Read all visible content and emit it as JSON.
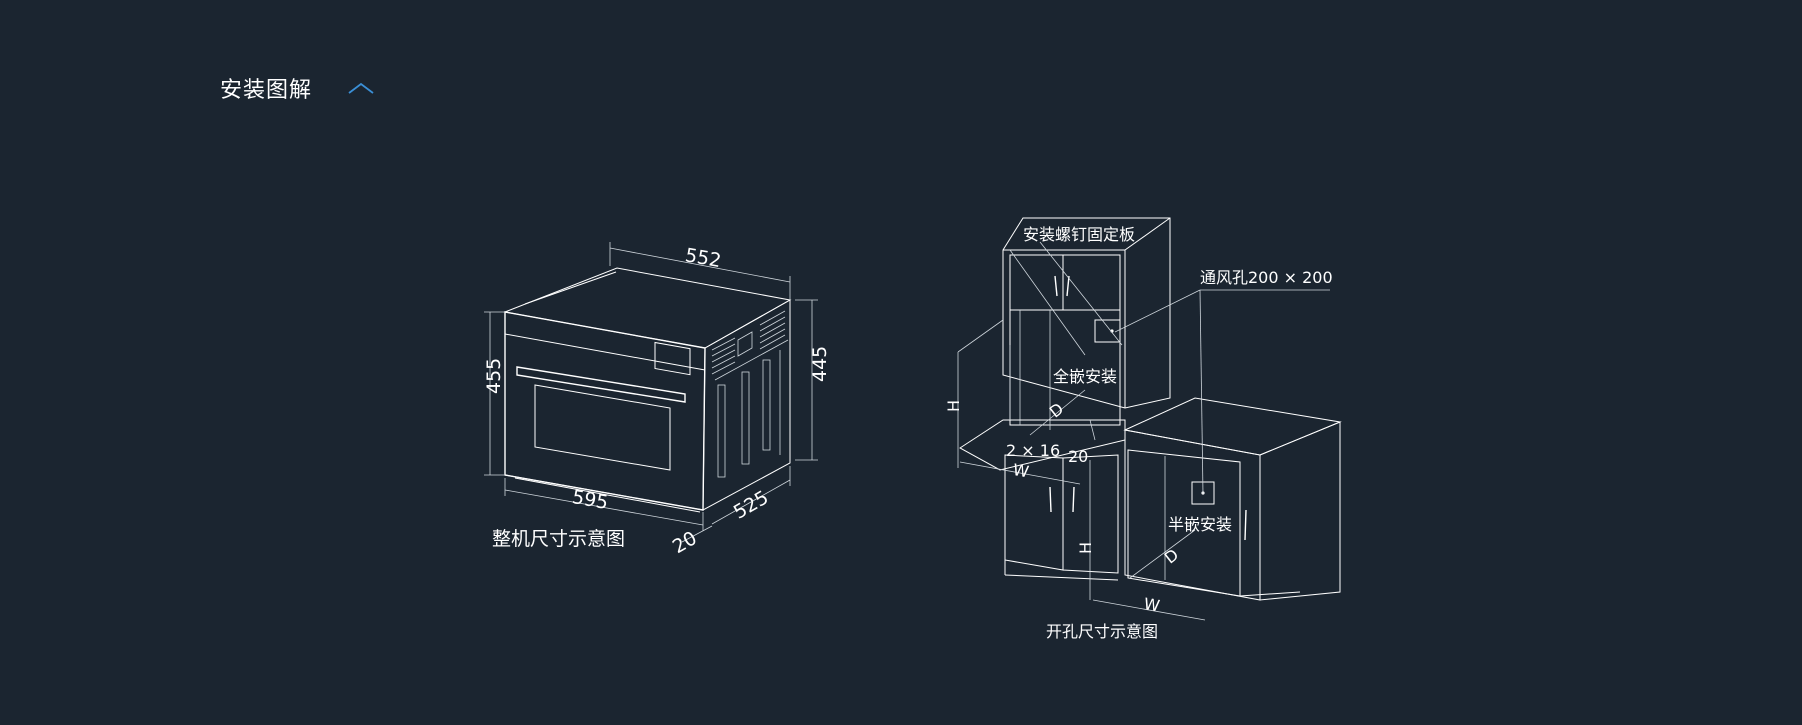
{
  "header": {
    "title": "安装图解"
  },
  "oven_diagram": {
    "dims": {
      "top_depth": "552",
      "front_height": "455",
      "side_height": "445",
      "front_width": "595",
      "side_depth": "525",
      "front_thickness": "20"
    },
    "caption": "整机尺寸示意图"
  },
  "cabinet_diagram": {
    "labels": {
      "screw_plate": "安装螺钉固定板",
      "vent_hole": "通风孔200 × 200",
      "full_embed": "全嵌安装",
      "half_embed": "半嵌安装",
      "slot": "2 × 16",
      "offset": "20"
    },
    "dims": {
      "height": "H",
      "depth": "D",
      "width": "W"
    },
    "caption": "开孔尺寸示意图"
  },
  "colors": {
    "background": "#1b2530",
    "line": "#ffffff",
    "accent": "#3a8fd6"
  }
}
